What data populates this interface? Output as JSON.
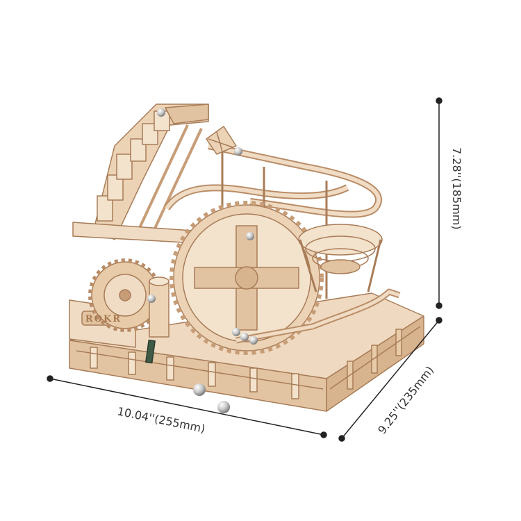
{
  "dimensions": {
    "width_label": "10.04''(255mm)",
    "depth_label": "9.25''(235mm)",
    "height_label": "7.28''(185mm)"
  },
  "product": {
    "logo_text": "ROKR"
  },
  "colors": {
    "wood_light": "#efd9c0",
    "wood_mid": "#e2c2a0",
    "wood_dark": "#b98c66",
    "dimension_line": "#222222",
    "marble": "#d9d9d9",
    "green_tube": "#3f5a45"
  }
}
